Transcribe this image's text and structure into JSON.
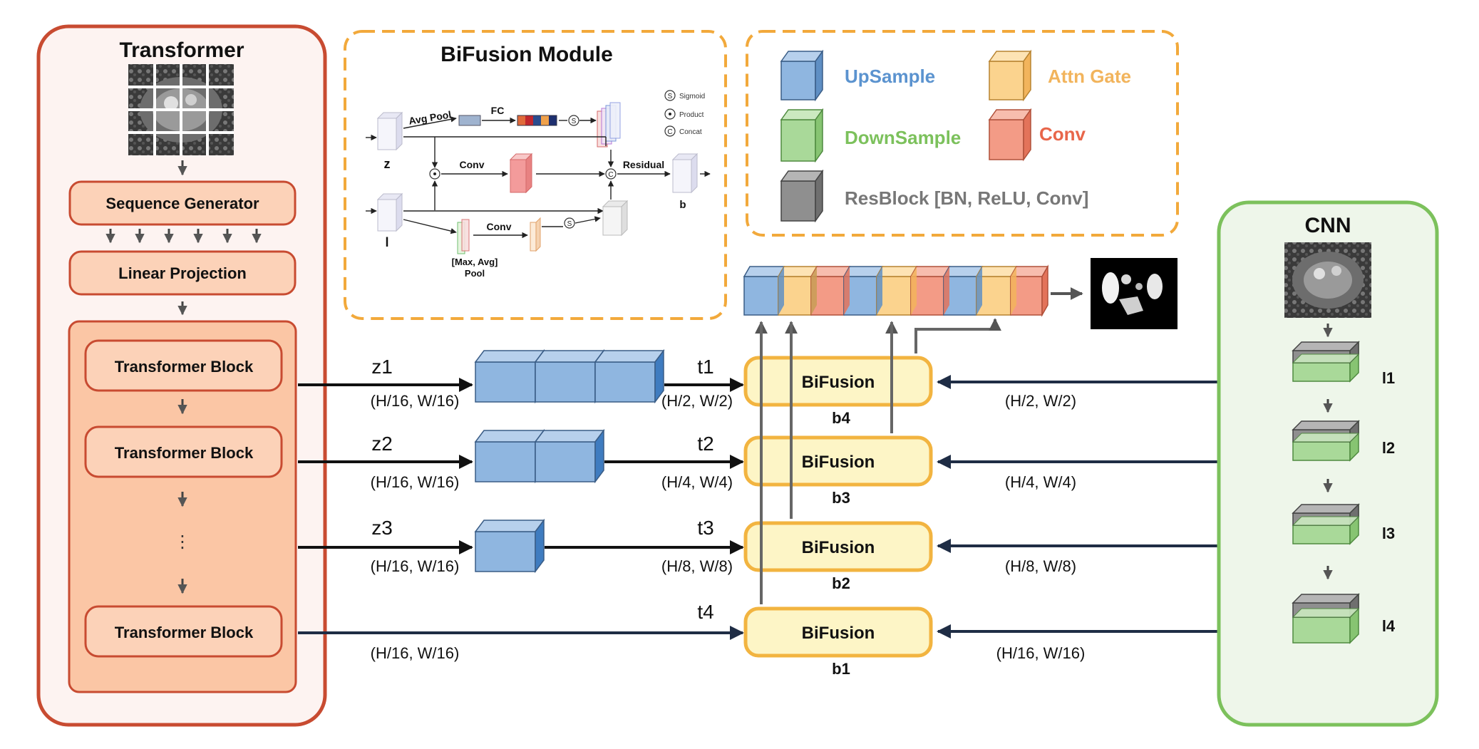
{
  "colors": {
    "transformer_border": "#c84b31",
    "transformer_fill": "#fdf3f1",
    "block_fill": "#fcd2b8",
    "block_area_fill": "#fbc6a5",
    "cnn_border": "#7cc15c",
    "cnn_fill": "#eef6ea",
    "bifusion_fill": "#fdf5c6",
    "bifusion_border": "#f2b440",
    "legend_border": "#f2a93b",
    "upsample": "#8fb6e0",
    "downsample": "#a9d999",
    "resblock": "#8f8f8f",
    "attn_gate": "#fbd38e",
    "conv": "#f39b86"
  },
  "transformer": {
    "title": "Transformer",
    "sequence_generator": "Sequence Generator",
    "linear_projection": "Linear Projection",
    "block_label": "Transformer Block",
    "ellipsis": "⋮"
  },
  "cnn": {
    "title": "CNN",
    "layers": [
      "l1",
      "l2",
      "l3",
      "l4"
    ]
  },
  "bifusion_module": {
    "title": "BiFusion Module",
    "avg_pool": "Avg Pool",
    "fc": "FC",
    "conv_top": "Conv",
    "conv_bottom": "Conv",
    "residual": "Residual",
    "max_avg_pool_1": "[Max, Avg]",
    "max_avg_pool_2": "Pool",
    "z": "z",
    "l": "l",
    "b": "b",
    "legend_sigmoid": "Sigmoid",
    "legend_product": "Product",
    "legend_concat": "Concat",
    "sym_s": "S",
    "sym_c": "C",
    "sym_dot": "⊙"
  },
  "legend": {
    "upsample": "UpSample",
    "attn_gate": "Attn Gate",
    "downsample": "DownSample",
    "conv": "Conv",
    "resblock": "ResBlock [BN, ReLU, Conv]"
  },
  "bifusion_label": "BiFusion",
  "rows": [
    {
      "z": "z1",
      "t": "t1",
      "z_dim": "(H/16, W/16)",
      "t_dim": "(H/2, W/2)",
      "l_dim": "(H/2, W/2)",
      "b": "b4"
    },
    {
      "z": "z2",
      "t": "t2",
      "z_dim": "(H/16, W/16)",
      "t_dim": "(H/4, W/4)",
      "l_dim": "(H/4, W/4)",
      "b": "b3"
    },
    {
      "z": "z3",
      "t": "t3",
      "z_dim": "(H/16, W/16)",
      "t_dim": "(H/8, W/8)",
      "l_dim": "(H/8, W/8)",
      "b": "b2"
    },
    {
      "z": "",
      "t": "t4",
      "z_dim": "(H/16, W/16)",
      "t_dim": "",
      "l_dim": "(H/16, W/16)",
      "b": "b1"
    }
  ]
}
